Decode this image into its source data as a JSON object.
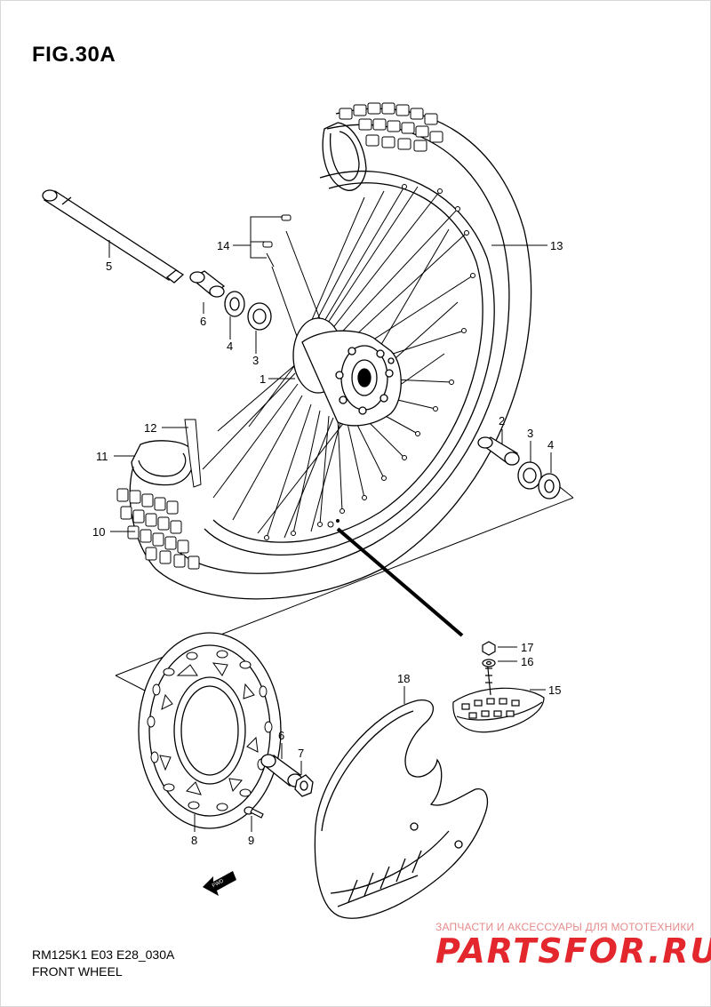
{
  "figure": {
    "title": "FIG.30A",
    "model_code": "RM125K1 E03 E28_030A",
    "caption": "FRONT WHEEL"
  },
  "callouts": [
    {
      "id": "c1",
      "label": "1"
    },
    {
      "id": "c2",
      "label": "2"
    },
    {
      "id": "c3a",
      "label": "3"
    },
    {
      "id": "c3b",
      "label": "3"
    },
    {
      "id": "c4a",
      "label": "4"
    },
    {
      "id": "c4b",
      "label": "4"
    },
    {
      "id": "c5",
      "label": "5"
    },
    {
      "id": "c6a",
      "label": "6"
    },
    {
      "id": "c6b",
      "label": "6"
    },
    {
      "id": "c7",
      "label": "7"
    },
    {
      "id": "c8",
      "label": "8"
    },
    {
      "id": "c9",
      "label": "9"
    },
    {
      "id": "c10",
      "label": "10"
    },
    {
      "id": "c11",
      "label": "11"
    },
    {
      "id": "c12",
      "label": "12"
    },
    {
      "id": "c13",
      "label": "13"
    },
    {
      "id": "c14",
      "label": "14"
    },
    {
      "id": "c15",
      "label": "15"
    },
    {
      "id": "c16",
      "label": "16"
    },
    {
      "id": "c17",
      "label": "17"
    },
    {
      "id": "c18",
      "label": "18"
    }
  ],
  "fwd_badge": "FWD",
  "watermark": {
    "subtitle": "ЗАПЧАСТИ И АКСЕССУАРЫ ДЛЯ МОТОТЕХНИКИ",
    "brand": "PARTSFOR",
    "tld": ".RU"
  },
  "colors": {
    "line": "#000000",
    "watermark": "#e3272d"
  }
}
